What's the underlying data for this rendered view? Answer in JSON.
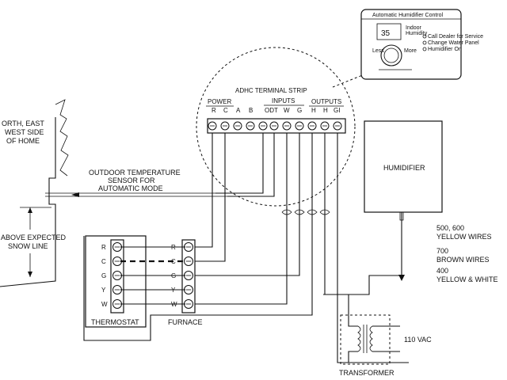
{
  "roof": {
    "note_lines": [
      "ORTH, EAST",
      "WEST SIDE",
      "OF HOME"
    ],
    "snow_lines": [
      "ABOVE EXPECTED",
      "SNOW LINE"
    ]
  },
  "sensor": {
    "lines": [
      "OUTDOOR TEMPERATURE",
      "SENSOR FOR",
      "AUTOMATIC MODE"
    ]
  },
  "terminal_strip": {
    "title": "ADHC TERMINAL STRIP",
    "groups": {
      "power": "POWER",
      "inputs": "INPUTS",
      "outputs": "OUTPUTS"
    },
    "terminals": [
      "R",
      "C",
      "A",
      "B",
      "ODT",
      "W",
      "G",
      "H",
      "H",
      "GI"
    ]
  },
  "control_panel": {
    "title": "Automatic Humidifier Control",
    "indicators": [
      "Indoor",
      "Humidity"
    ],
    "lamps": [
      "Call Dealer for Service",
      "Change Water Panel",
      "Humidifier On"
    ],
    "dial_labels": [
      "Less",
      "More"
    ],
    "digits": "35"
  },
  "humidifier": {
    "label": "HUMIDIFIER"
  },
  "wire_notes": [
    {
      "model": "500, 600",
      "desc": "YELLOW WIRES"
    },
    {
      "model": "700",
      "desc": "BROWN WIRES"
    },
    {
      "model": "400",
      "desc": "YELLOW & WHITE"
    }
  ],
  "thermostat": {
    "label": "THERMOSTAT",
    "terminals": [
      "R",
      "C",
      "G",
      "Y",
      "W"
    ]
  },
  "furnace": {
    "label": "FURNACE",
    "terminals": [
      "R",
      "C",
      "G",
      "Y",
      "W"
    ]
  },
  "transformer": {
    "label": "TRANSFORMER",
    "supply": "110 VAC"
  }
}
